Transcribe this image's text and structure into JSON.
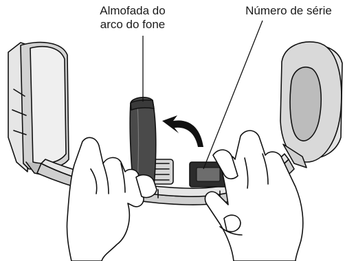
{
  "callouts": {
    "headband_cushion": [
      "Almofada do",
      "arco do fone"
    ],
    "serial_number": "Número de série"
  },
  "colors": {
    "ink": "#111111",
    "cushion_dark": "#4a4a4a",
    "earpad": "#d9d9d9",
    "cup_grey": "#cfcfcf",
    "paper": "#ffffff"
  },
  "icons": {
    "rotate_arrow": "curved-arrow-icon"
  }
}
